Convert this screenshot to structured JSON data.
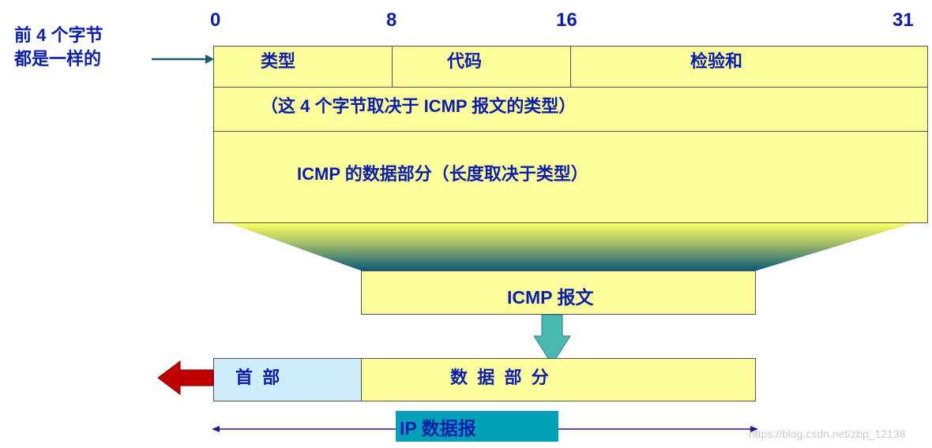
{
  "bit_labels": {
    "b0": "0",
    "b8": "8",
    "b16": "16",
    "b31": "31"
  },
  "side_note": {
    "line1": "前 4 个字节",
    "line2": "都是一样的"
  },
  "header_fields": {
    "type": "类型",
    "code": "代码",
    "checksum": "检验和"
  },
  "row2": "（这 4 个字节取决于 ICMP 报文的类型）",
  "row3": "ICMP 的数据部分（长度取决于类型）",
  "icmp_message": "ICMP 报文",
  "ip_packet": {
    "header": "首  部",
    "data": "数  据  部  分",
    "label": "IP 数据报"
  },
  "watermark": "https://blog.csdn.net/zbp_12138",
  "colors": {
    "yellow": "#fdfd9c",
    "text_blue": "#0a1ea8",
    "header_blue": "#cdeefa",
    "teal": "#00a0b8",
    "arrow_teal": "#4ab8b0",
    "red": "#c00000"
  }
}
